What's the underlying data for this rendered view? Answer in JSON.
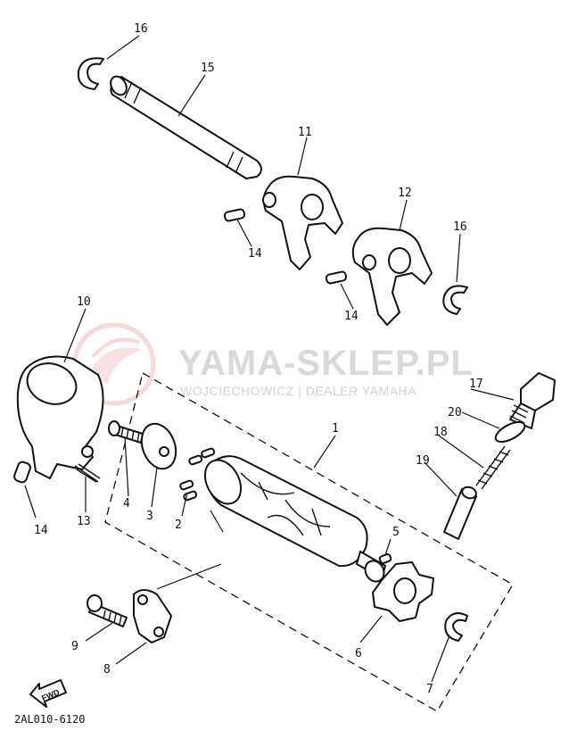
{
  "watermark": {
    "brand": "YAMA-SKLEP.PL",
    "subtitle": "WOJCIECHOWICZ | DEALER YAMAHA"
  },
  "diagram_code": "2AL010-6120",
  "fwd_label": "FWD",
  "callouts": {
    "c1": "1",
    "c2": "2",
    "c3": "3",
    "c4": "4",
    "c5": "5",
    "c6": "6",
    "c7": "7",
    "c8": "8",
    "c9": "9",
    "c10": "10",
    "c11": "11",
    "c12": "12",
    "c13": "13",
    "c14a": "14",
    "c14b": "14",
    "c14c": "14",
    "c15": "15",
    "c16a": "16",
    "c16b": "16",
    "c17": "17",
    "c18": "18",
    "c19": "19",
    "c20": "20"
  },
  "colors": {
    "line": "#111111",
    "watermark_logo": "#f2b8b8",
    "watermark_text": "#d9d9d9"
  }
}
